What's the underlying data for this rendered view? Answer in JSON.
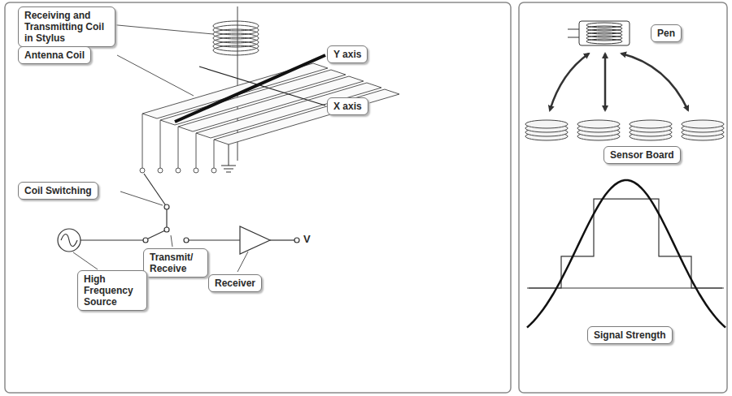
{
  "diagram": {
    "nodes": [
      {
        "text": [
          "Receiving and Transmitting Coil in Stylus"
        ]
      },
      {
        "text": [
          "Antenna Coil"
        ]
      },
      {
        "text": [
          "Y axis"
        ]
      },
      {
        "text": [
          "X axis"
        ]
      },
      {
        "text": [
          "Coil Switching"
        ]
      },
      {
        "text": [
          "Transmit/ Receive"
        ]
      },
      {
        "text": [
          "High Frequency Source"
        ]
      },
      {
        "text": [
          "Receiver"
        ]
      },
      {
        "text": [
          "Pen"
        ]
      },
      {
        "text": [
          "Sensor Board"
        ]
      },
      {
        "text": [
          "Signal Strength"
        ]
      }
    ],
    "labels": [
      "V"
    ]
  }
}
